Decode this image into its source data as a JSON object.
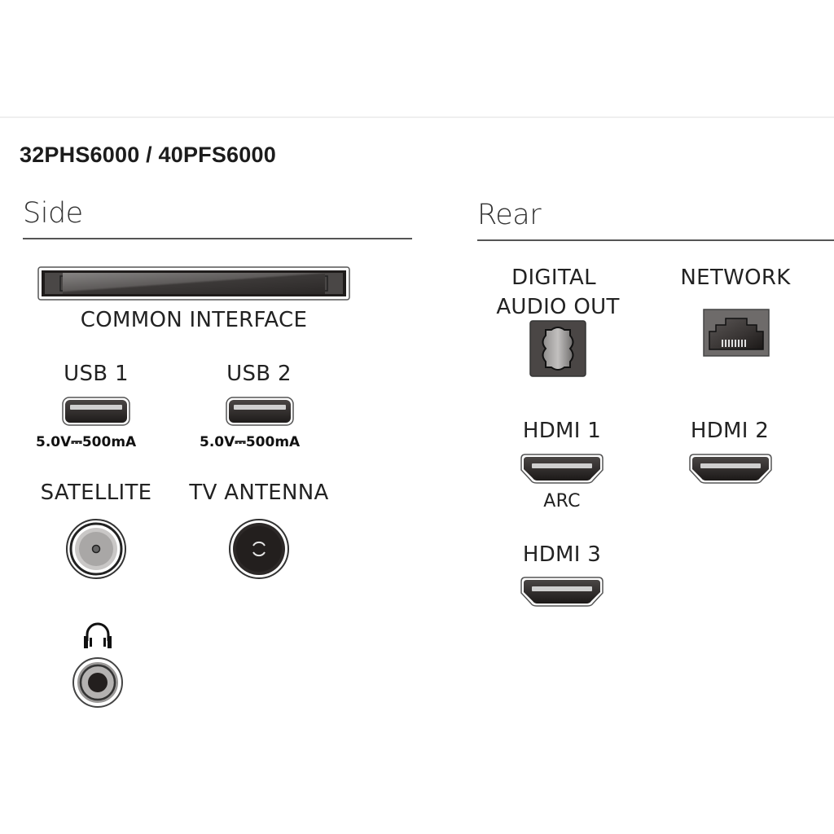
{
  "model_title": "32PHS6000 / 40PFS6000",
  "side": {
    "heading": "Side",
    "common_interface": {
      "label": "COMMON INTERFACE",
      "icon": "ci-slot-icon"
    },
    "usb": [
      {
        "label": "USB 1",
        "spec": "5.0V⎓500mA",
        "icon": "usb-port-icon"
      },
      {
        "label": "USB 2",
        "spec": "5.0V⎓500mA",
        "icon": "usb-port-icon"
      }
    ],
    "satellite": {
      "label": "SATELLITE",
      "icon": "satellite-connector-icon"
    },
    "tv_antenna": {
      "label": "TV ANTENNA",
      "icon": "antenna-connector-icon"
    },
    "headphones": {
      "icon": "headphones-icon",
      "jack_icon": "headphone-jack-icon"
    }
  },
  "rear": {
    "heading": "Rear",
    "digital_audio_out": {
      "label_line1": "DIGITAL",
      "label_line2": "AUDIO OUT",
      "icon": "optical-port-icon"
    },
    "network": {
      "label": "NETWORK",
      "icon": "ethernet-port-icon"
    },
    "hdmi": [
      {
        "label": "HDMI 1",
        "sublabel": "ARC",
        "icon": "hdmi-port-icon"
      },
      {
        "label": "HDMI 2",
        "icon": "hdmi-port-icon"
      },
      {
        "label": "HDMI 3",
        "icon": "hdmi-port-icon"
      }
    ]
  },
  "colors": {
    "port_dark": "#2b2827",
    "port_gray": "#7a7776",
    "rule": "#555555",
    "divider": "#efefef"
  }
}
